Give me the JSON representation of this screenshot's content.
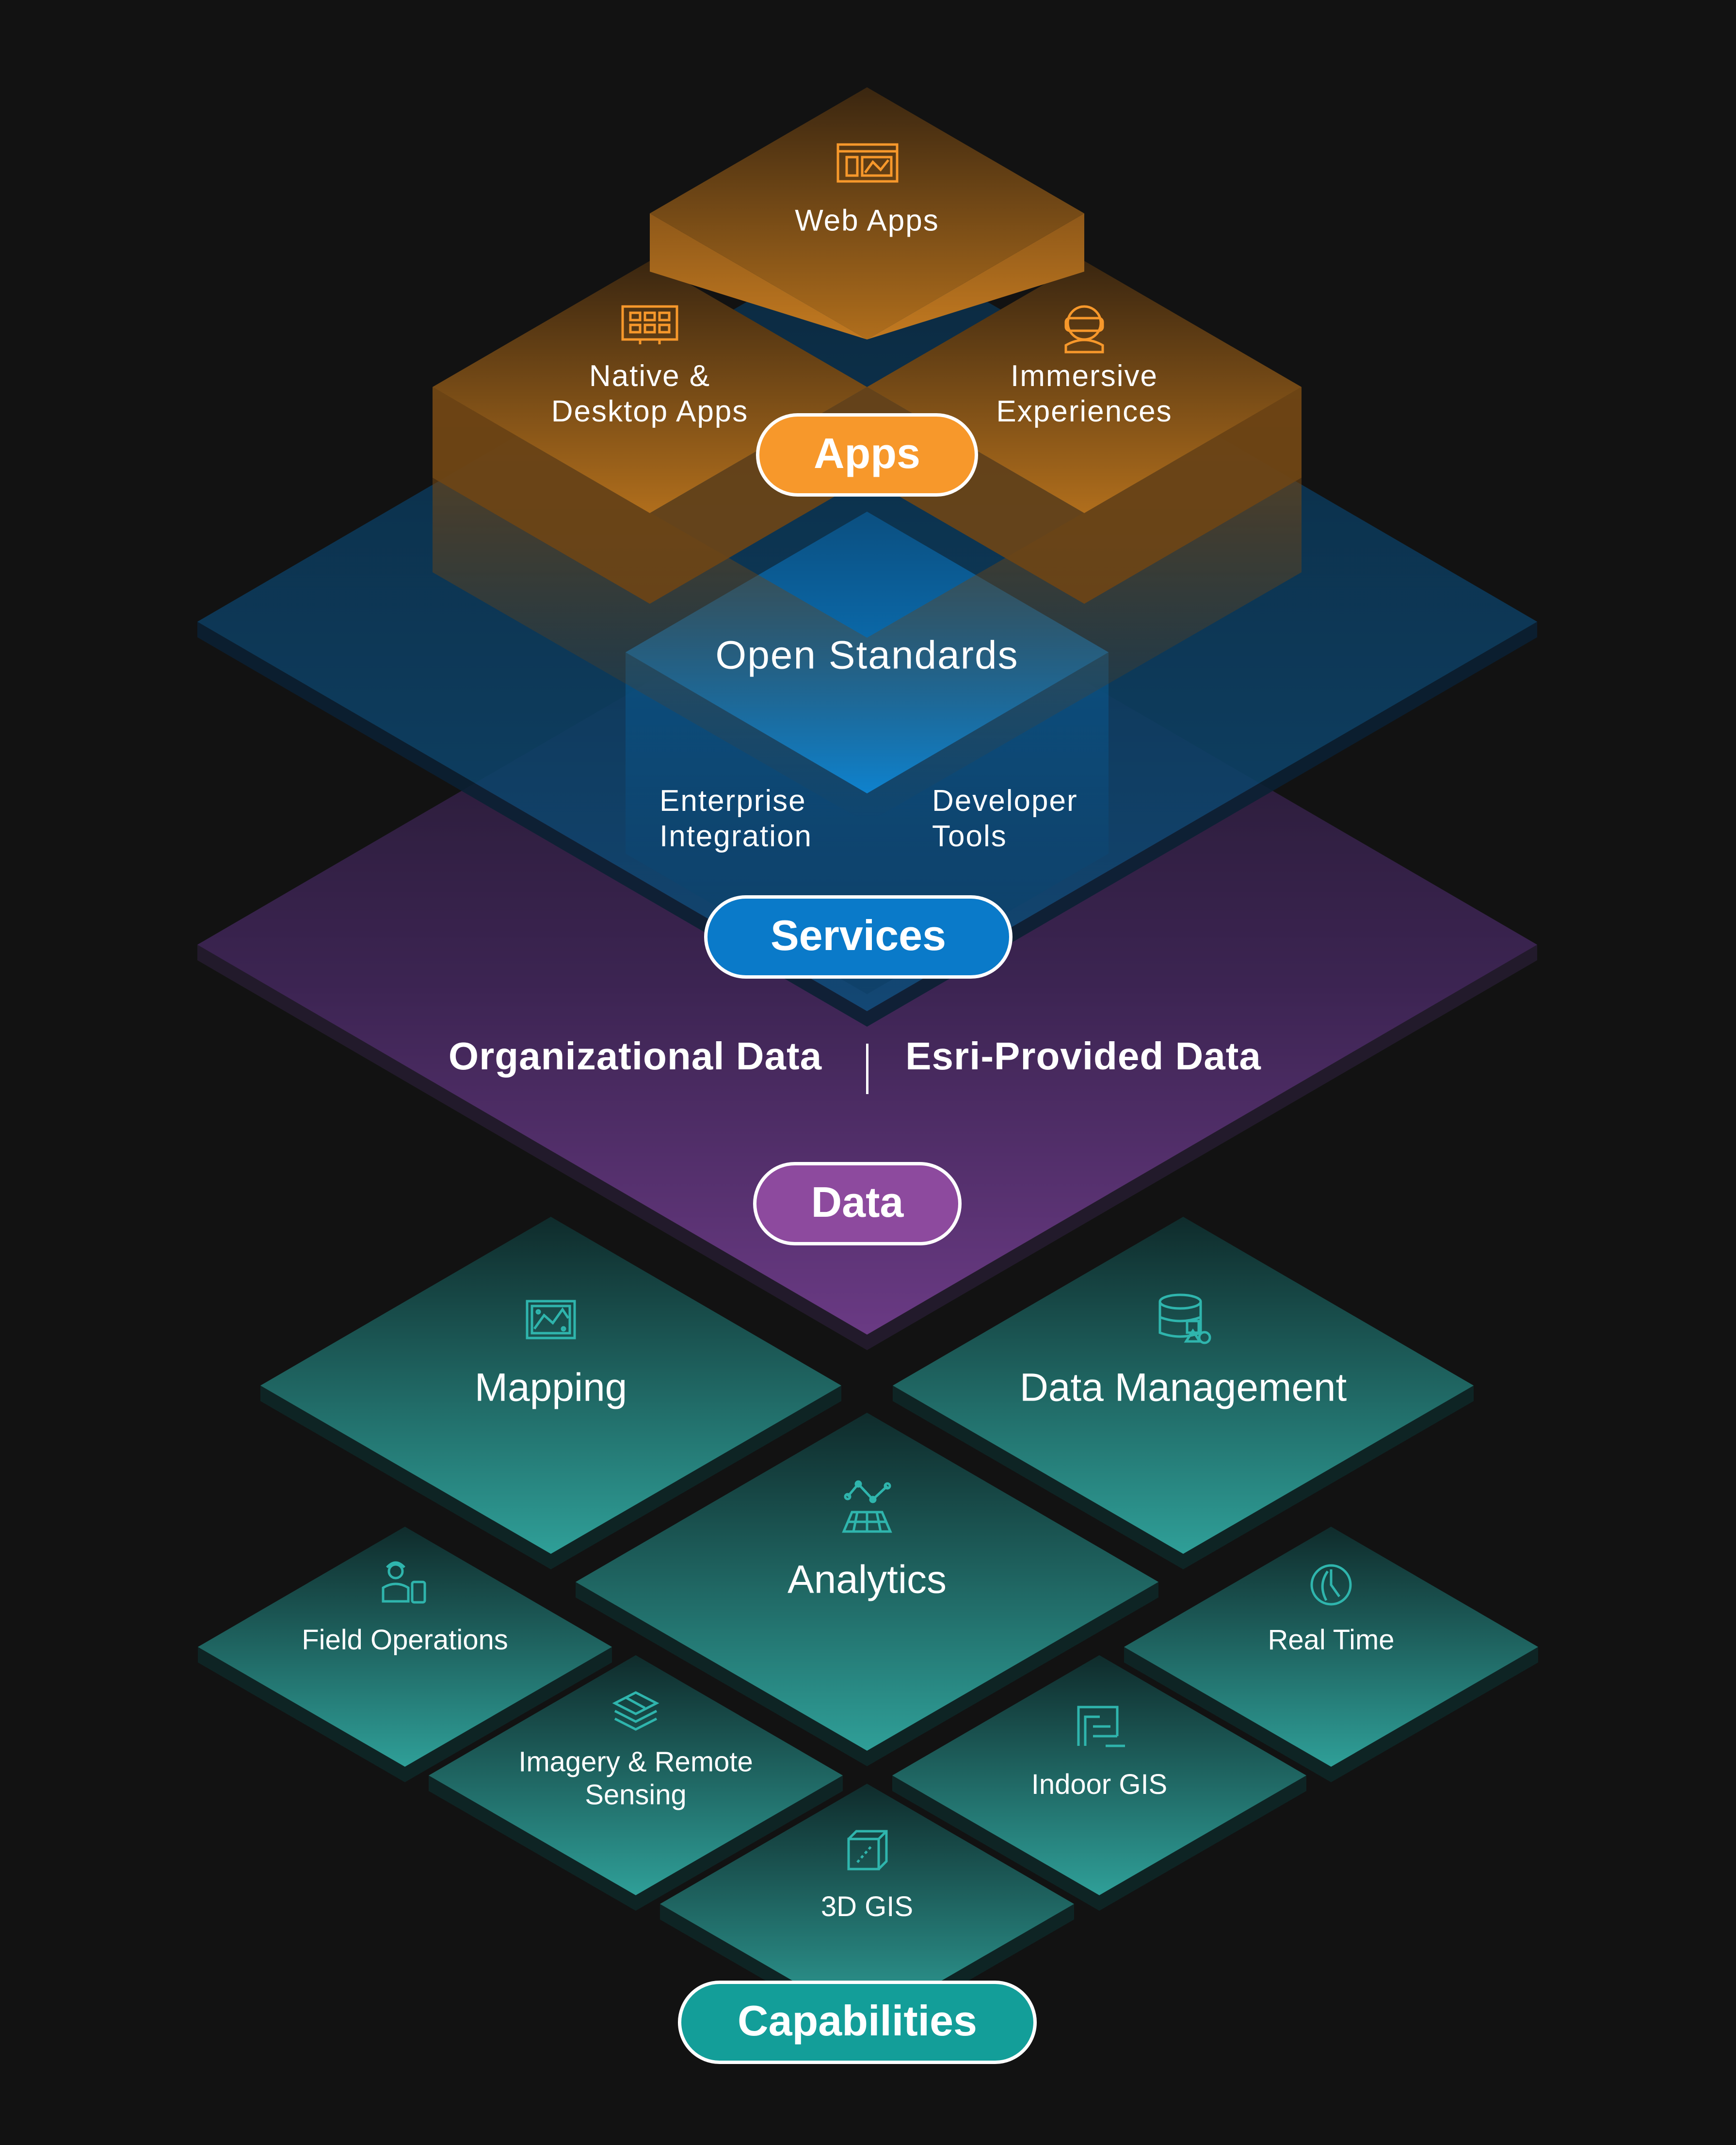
{
  "colors": {
    "background": "#121212",
    "apps": "#f7982b",
    "services": "#0a7ac9",
    "data": "#8d4a9e",
    "capabilities": "#139e99"
  },
  "apps": {
    "pill": "Apps",
    "web_apps": "Web Apps",
    "native_line1": "Native &",
    "native_line2": "Desktop Apps",
    "immersive_line1": "Immersive",
    "immersive_line2": "Experiences",
    "icons": [
      "web-browser-icon",
      "desktop-monitor-icon",
      "vr-headset-icon"
    ]
  },
  "services": {
    "pill": "Services",
    "open_standards": "Open Standards",
    "enterprise_line1": "Enterprise",
    "enterprise_line2": "Integration",
    "developer_line1": "Developer",
    "developer_line2": "Tools"
  },
  "data": {
    "pill": "Data",
    "organizational": "Organizational Data",
    "esri_provided": "Esri-Provided Data"
  },
  "capabilities": {
    "pill": "Capabilities",
    "mapping": "Mapping",
    "data_management": "Data Management",
    "analytics": "Analytics",
    "field_operations": "Field Operations",
    "real_time": "Real Time",
    "imagery_line1": "Imagery & Remote",
    "imagery_line2": "Sensing",
    "indoor_gis": "Indoor GIS",
    "gis_3d": "3D GIS",
    "icons": [
      "map-icon",
      "database-icon",
      "analytics-network-icon",
      "field-worker-icon",
      "real-time-clock-icon",
      "imagery-layers-icon",
      "floor-plan-icon",
      "cube-3d-icon"
    ]
  }
}
